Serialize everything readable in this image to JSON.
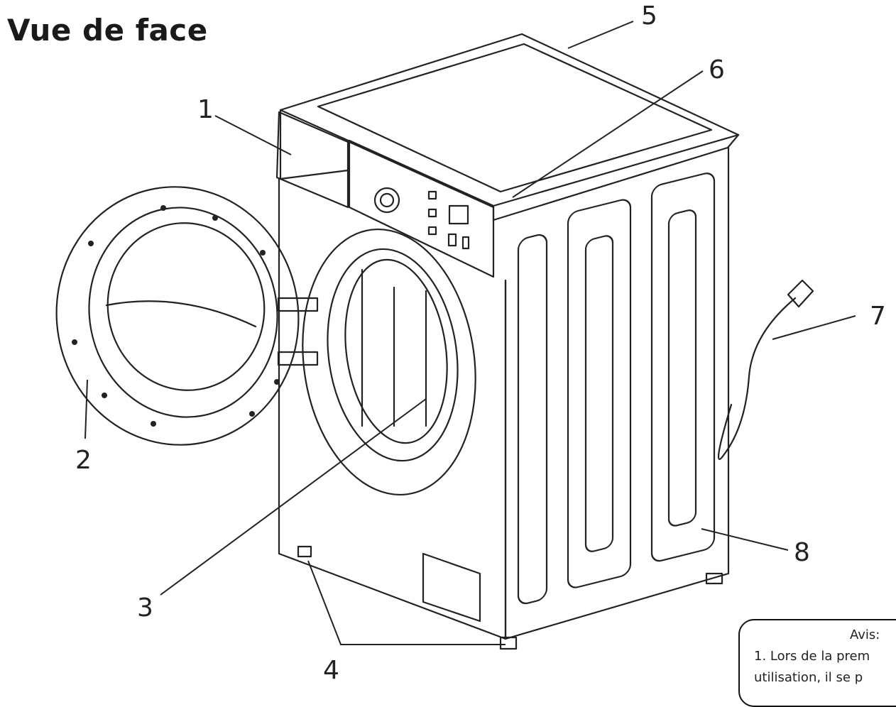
{
  "title": "Vue de face",
  "callouts": {
    "c1": "1",
    "c2": "2",
    "c3": "3",
    "c4": "4",
    "c5": "5",
    "c6": "6",
    "c7": "7",
    "c8": "8"
  },
  "notice": {
    "title": "Avis:",
    "line1": "1. Lors de la prem",
    "line2": "utilisation, il se p"
  }
}
